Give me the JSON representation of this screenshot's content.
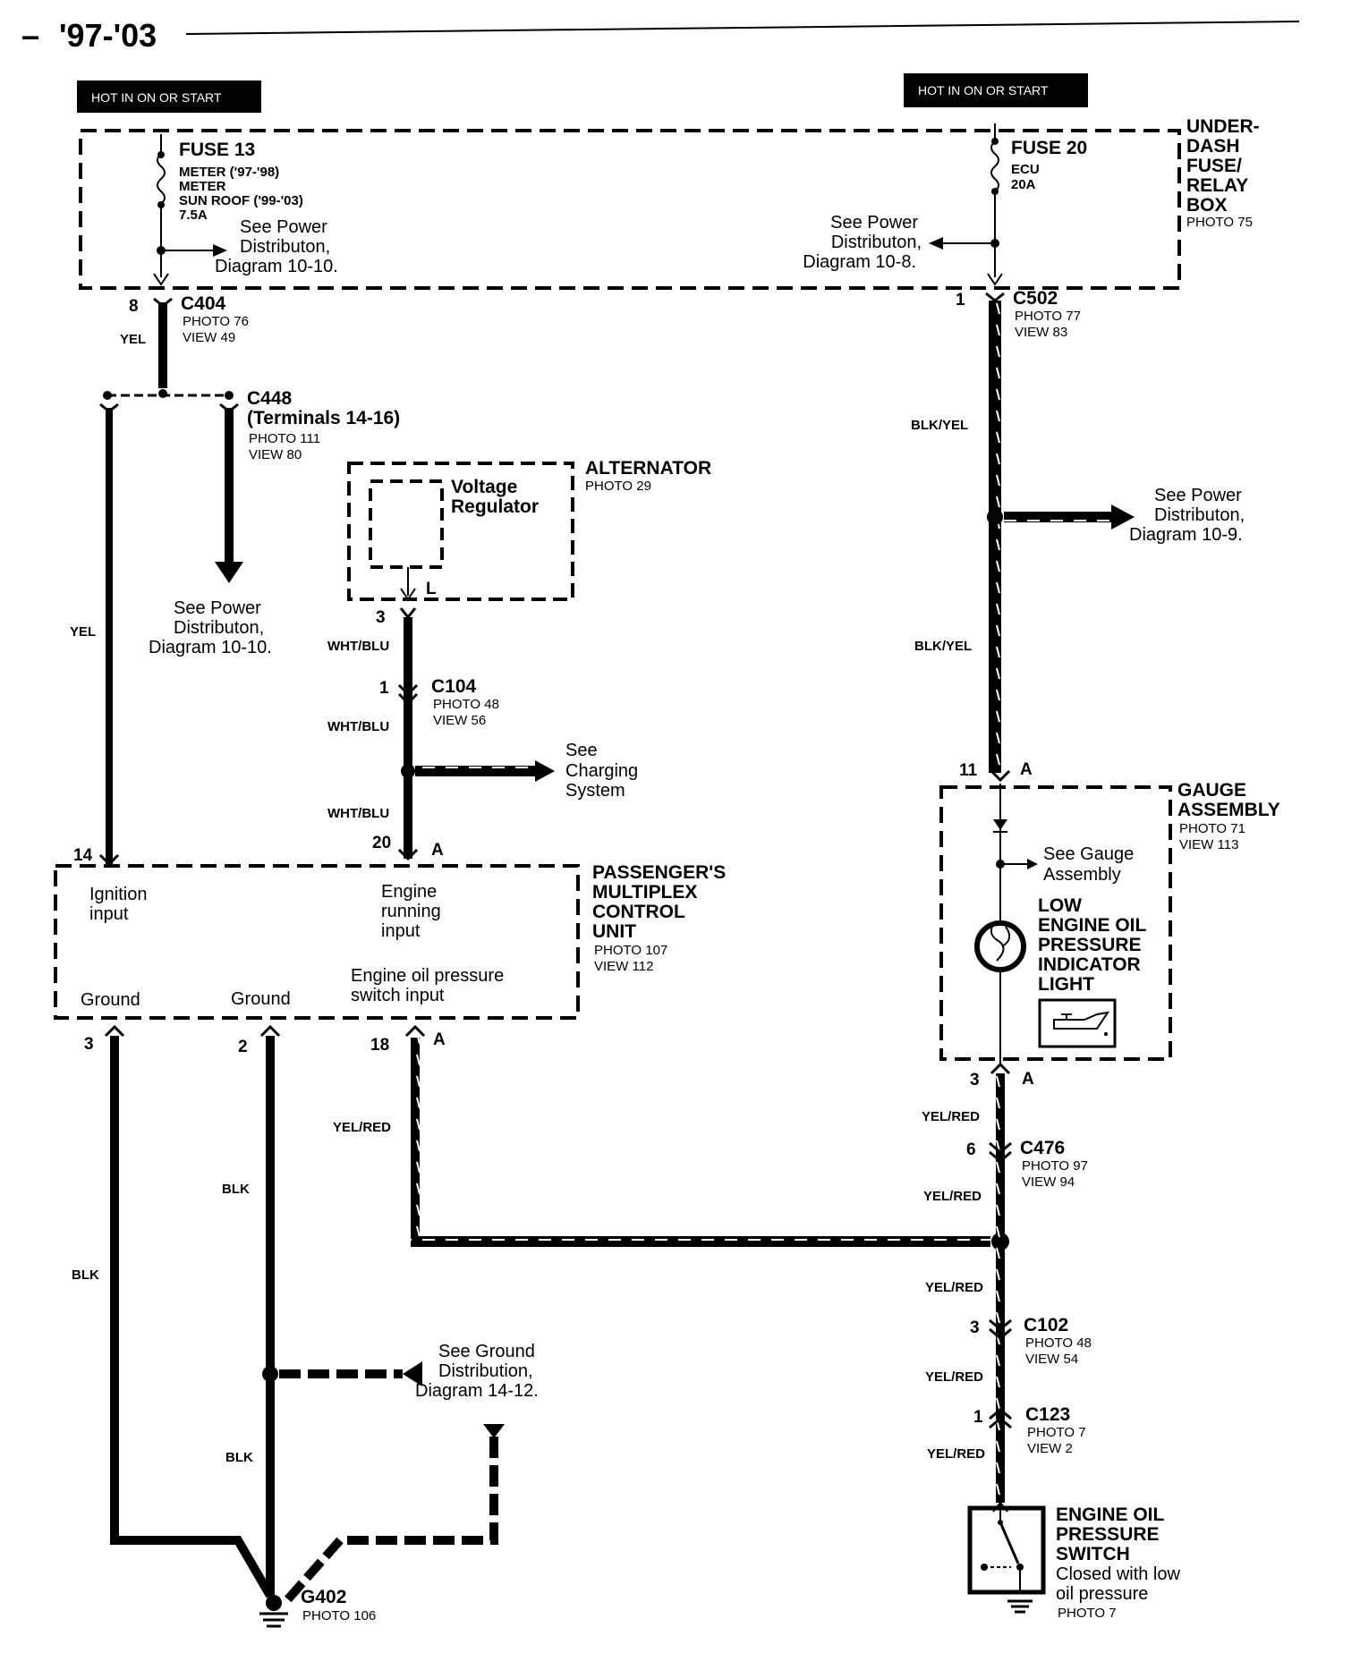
{
  "header": {
    "dash": "–",
    "year_range": "'97-'03"
  },
  "hot_labels": {
    "left": "HOT IN ON OR START",
    "right": "HOT IN ON OR START"
  },
  "underdash_box": {
    "name": [
      "UNDER-",
      "DASH",
      "FUSE/",
      "RELAY",
      "BOX"
    ],
    "photo": "PHOTO 75"
  },
  "fuse13": {
    "name": "FUSE 13",
    "lines": [
      "METER ('97-'98)",
      "METER",
      "SUN ROOF ('99-'03)",
      "7.5A"
    ],
    "note": [
      "See Power",
      "Distributon,",
      "Diagram 10-10."
    ]
  },
  "fuse20": {
    "name": "FUSE 20",
    "lines": [
      "ECU",
      "20A"
    ],
    "note": [
      "See Power",
      "Distributon,",
      "Diagram 10-8."
    ]
  },
  "c404": {
    "pin": "8",
    "name": "C404",
    "lines": [
      "PHOTO 76",
      "VIEW 49"
    ],
    "wire": "YEL"
  },
  "c502": {
    "pin": "1",
    "name": "C502",
    "lines": [
      "PHOTO 77",
      "VIEW 83"
    ]
  },
  "c448": {
    "name": "C448",
    "sub": "(Terminals 14-16)",
    "lines": [
      "PHOTO 111",
      "VIEW 80"
    ],
    "note": [
      "See Power",
      "Distributon,",
      "Diagram 10-10."
    ]
  },
  "left_wires": {
    "yel": "YEL",
    "blk1": "BLK",
    "blk2": "BLK",
    "blk3": "BLK"
  },
  "alternator": {
    "name": "ALTERNATOR",
    "photo": "PHOTO 29",
    "regulator": [
      "Voltage",
      "Regulator"
    ],
    "terminal": "L",
    "pin": "3"
  },
  "alt_wires": {
    "w1": "WHT/BLU",
    "w2": "WHT/BLU",
    "w3": "WHT/BLU"
  },
  "c104": {
    "pin": "1",
    "name": "C104",
    "lines": [
      "PHOTO 48",
      "VIEW 56"
    ]
  },
  "charging_note": [
    "See",
    "Charging",
    "System"
  ],
  "right_wires": {
    "w1": "BLK/YEL",
    "w2": "BLK/YEL"
  },
  "power_note_9": [
    "See Power",
    "Distributon,",
    "Diagram 10-9."
  ],
  "pmcu": {
    "name": [
      "PASSENGER'S",
      "MULTIPLEX",
      "CONTROL",
      "UNIT"
    ],
    "lines": [
      "PHOTO 107",
      "VIEW 112"
    ],
    "pin14": "14",
    "pin20": "20",
    "pin20_letter": "A",
    "ign": [
      "Ignition",
      "input"
    ],
    "eng_run": [
      "Engine",
      "running",
      "input"
    ],
    "eop": [
      "Engine oil pressure",
      "switch input"
    ],
    "gnd1": "Ground",
    "gnd2": "Ground",
    "pin3": "3",
    "pin2": "2",
    "pin18": "18",
    "pin18_letter": "A"
  },
  "yelred_mid": "YEL/RED",
  "gauge": {
    "name": [
      "GAUGE",
      "ASSEMBLY"
    ],
    "lines": [
      "PHOTO 71",
      "VIEW 113"
    ],
    "pin_top": "11",
    "pin_top_letter": "A",
    "note": [
      "See  Gauge",
      "Assembly"
    ],
    "light": [
      "LOW",
      "ENGINE OIL",
      "PRESSURE",
      "INDICATOR",
      "LIGHT"
    ],
    "pin_bot": "3",
    "pin_bot_letter": "A"
  },
  "right_lower": {
    "w1": "YEL/RED",
    "w2": "YEL/RED",
    "w3": "YEL/RED",
    "w4": "YEL/RED",
    "w5": "YEL/RED"
  },
  "c476": {
    "pin": "6",
    "name": "C476",
    "lines": [
      "PHOTO 97",
      "VIEW 94"
    ]
  },
  "c102": {
    "pin": "3",
    "name": "C102",
    "lines": [
      "PHOTO 48",
      "VIEW 54"
    ]
  },
  "c123": {
    "pin": "1",
    "name": "C123",
    "lines": [
      "PHOTO 7",
      "VIEW 2"
    ]
  },
  "ground_note": [
    "See Ground",
    "Distribution,",
    "Diagram 14-12."
  ],
  "g402": {
    "name": "G402",
    "photo": "PHOTO 106"
  },
  "eop_switch": {
    "name": [
      "ENGINE OIL",
      "PRESSURE",
      "SWITCH"
    ],
    "desc": [
      "Closed with low",
      "oil pressure"
    ],
    "photo": "PHOTO 7"
  }
}
